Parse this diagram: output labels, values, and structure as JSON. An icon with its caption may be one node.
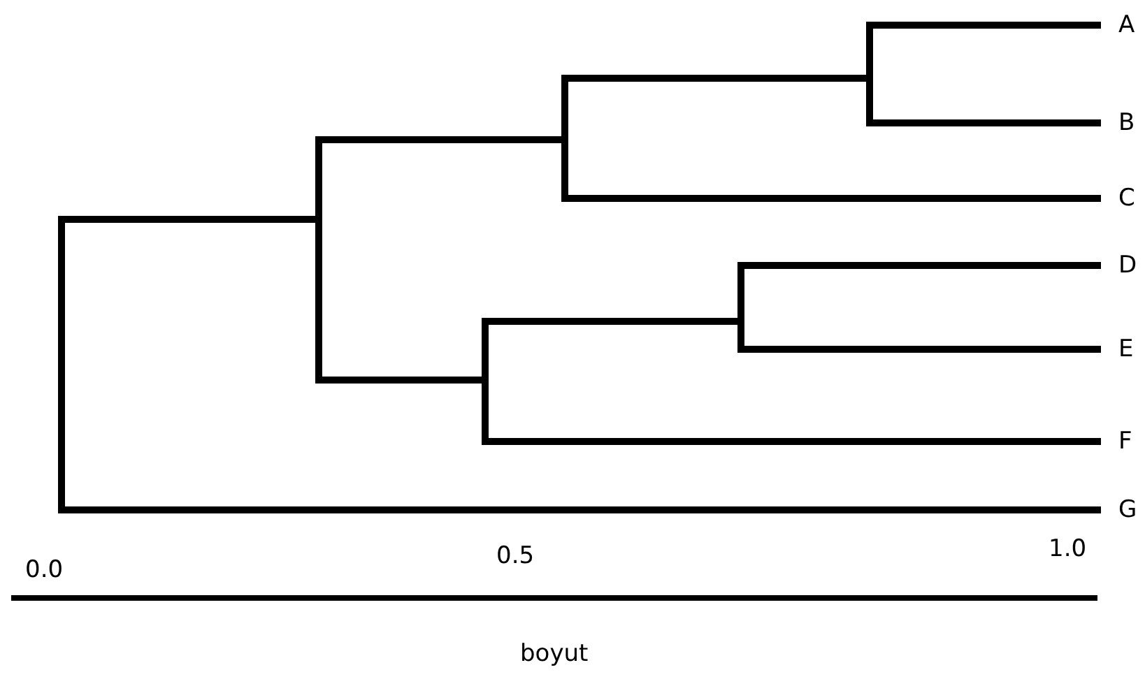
{
  "diagram": {
    "labels": [
      "A",
      "B",
      "C",
      "D",
      "E",
      "F",
      "G",
      "0.0",
      "0.5",
      "1.0",
      "boyut"
    ]
  }
}
